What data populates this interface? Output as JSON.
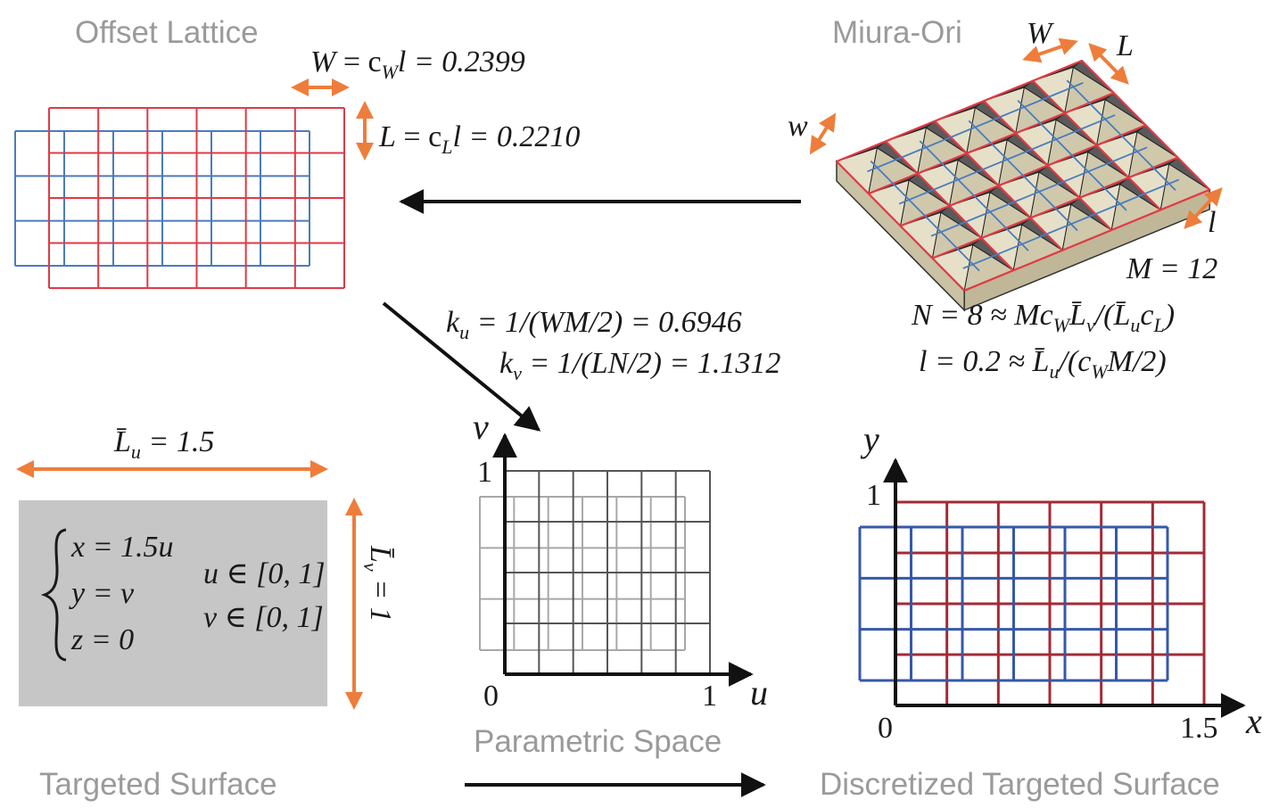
{
  "titles": {
    "offset_lattice": "Offset Lattice",
    "miura_ori": "Miura-Ori",
    "parametric_space": "Parametric Space",
    "targeted_surface": "Targeted Surface",
    "discretized_surface": "Discretized Targeted Surface"
  },
  "equations": {
    "W_lhs": "W",
    "W_rhs": " = c",
    "W_sub": "W",
    "W_tail": "l = 0.2399",
    "L_lhs": "L",
    "L_rhs": " = c",
    "L_sub": "L",
    "L_tail": "l = 0.2210",
    "ku_k": "k",
    "ku_sub": "u",
    "ku_tail": " = 1/(WM/2) = 0.6946",
    "kv_k": "k",
    "kv_sub": "v",
    "kv_tail": " = 1/(LN/2) = 1.1312",
    "M_eq": "M = 12",
    "N_eq_a": "N = 8 ≈ Mc",
    "N_eq_sub1": "W",
    "N_eq_b": "L̄",
    "N_eq_sub2": "v",
    "N_eq_c": "/(L̄",
    "N_eq_sub3": "u",
    "N_eq_d": "c",
    "N_eq_sub4": "L",
    "N_eq_e": ")",
    "l_eq_a": "l = 0.2 ≈ L̄",
    "l_eq_sub1": "u",
    "l_eq_b": "/(c",
    "l_eq_sub2": "W",
    "l_eq_c": "M/2)",
    "Lu_a": "L̄",
    "Lu_sub": "u",
    "Lu_b": " = 1.5",
    "Lv_a": "L̄",
    "Lv_sub": "v",
    "Lv_b": " = 1",
    "sys_x": "x = 1.5u",
    "sys_y": "y = v",
    "sys_z": "z = 0",
    "u_range": "u ∈ [0, 1]",
    "v_range": "v ∈ [0, 1]"
  },
  "miura_labels": {
    "W": "W",
    "L": "L",
    "w": "w",
    "l": "l"
  },
  "parametric_axes": {
    "x_label": "u",
    "y_label": "v",
    "origin": "0",
    "x_max": "1",
    "y_max": "1"
  },
  "discretized_axes": {
    "x_label": "x",
    "y_label": "y",
    "origin": "0",
    "x_max": "1.5",
    "y_max": "1"
  },
  "colors": {
    "red_lattice": "#e03a45",
    "blue_lattice": "#4b7bbd",
    "dark_red": "#a42a36",
    "dark_blue": "#3658a8",
    "gray_dark": "#555555",
    "gray_light": "#a8a8a8",
    "orange": "#ee7d3b",
    "surface_fill": "#c6c6c6",
    "miura_fill": "#d8d2b8"
  }
}
